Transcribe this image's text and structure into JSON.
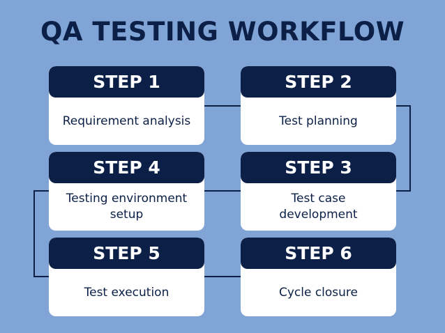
{
  "title": "QA TESTING WORKFLOW",
  "steps": [
    {
      "label": "STEP 1",
      "text": "Requirement analysis"
    },
    {
      "label": "STEP 2",
      "text": "Test planning"
    },
    {
      "label": "STEP 3",
      "text": "Test case development"
    },
    {
      "label": "STEP 4",
      "text": "Testing environment setup"
    },
    {
      "label": "STEP 5",
      "text": "Test execution"
    },
    {
      "label": "STEP 6",
      "text": "Cycle closure"
    }
  ],
  "colors": {
    "background": "#80a4d5",
    "navy": "#0b1f47",
    "card": "#ffffff"
  }
}
